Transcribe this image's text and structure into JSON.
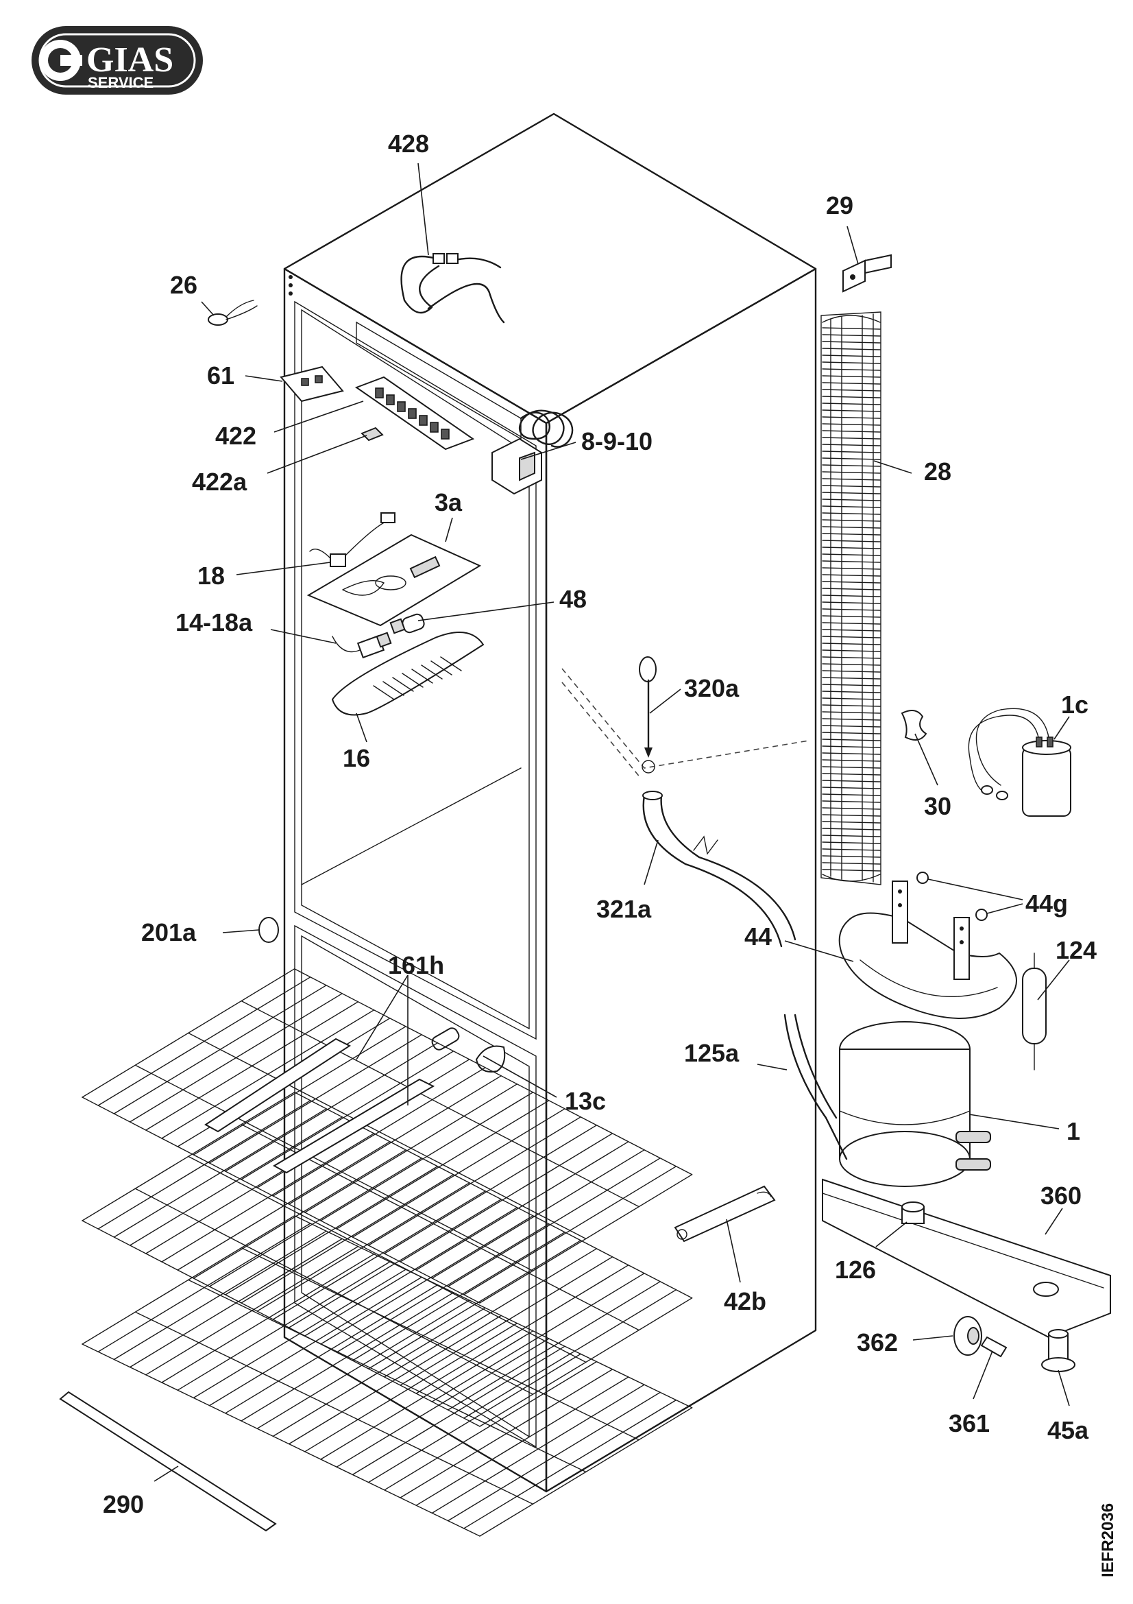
{
  "logo": {
    "brand": "GIAS",
    "sub": "SERVICE"
  },
  "drawing_code": "IEFR2036",
  "parts": {
    "p428": "428",
    "p29": "29",
    "p26": "26",
    "p61": "61",
    "p422": "422",
    "p422a": "422a",
    "p8_9_10": "8-9-10",
    "p28": "28",
    "p3a": "3a",
    "p18": "18",
    "p48": "48",
    "p14_18a": "14-18a",
    "p320a": "320a",
    "p16": "16",
    "p1c": "1c",
    "p30": "30",
    "p44g": "44g",
    "p321a": "321a",
    "p201a": "201a",
    "p44": "44",
    "p124": "124",
    "p161h": "161h",
    "p125a": "125a",
    "p13c": "13c",
    "p1": "1",
    "p360": "360",
    "p126": "126",
    "p42b": "42b",
    "p362": "362",
    "p361": "361",
    "p45a": "45a",
    "p290": "290"
  },
  "colors": {
    "ink": "#1a1a1a",
    "logo_bg": "#2b2b2b",
    "paper": "#ffffff"
  }
}
